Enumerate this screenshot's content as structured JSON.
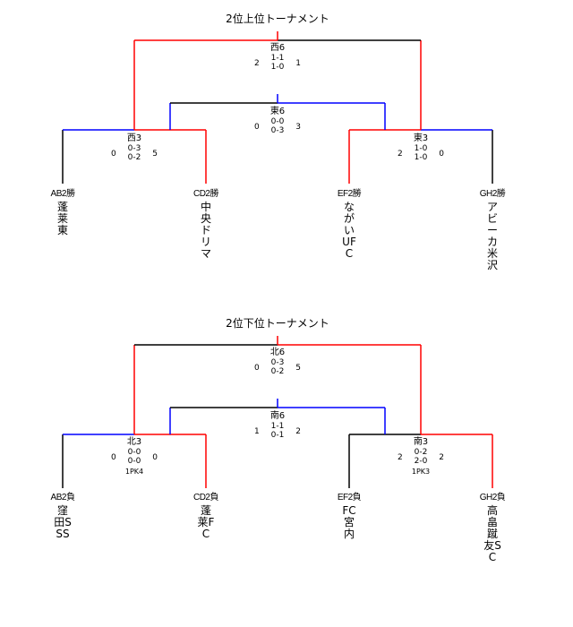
{
  "colors": {
    "red": "#ff0000",
    "blue": "#0000ff",
    "black": "#000000"
  },
  "brackets": [
    {
      "title": "2位上位トーナメント",
      "final": {
        "name": "西6",
        "left_total": "2",
        "right_total": "1",
        "half1": "1-1",
        "half2": "1-0",
        "pk": ""
      },
      "third": {
        "name": "東6",
        "left_total": "0",
        "right_total": "3",
        "half1": "0-0",
        "half2": "0-3",
        "pk": ""
      },
      "semi_left": {
        "name": "西3",
        "left_total": "0",
        "right_total": "5",
        "half1": "0-3",
        "half2": "0-2",
        "pk": ""
      },
      "semi_right": {
        "name": "東3",
        "left_total": "2",
        "right_total": "0",
        "half1": "1-0",
        "half2": "1-0",
        "pk": ""
      },
      "seeds": [
        {
          "label": "AB2勝",
          "team": "蓬莱東"
        },
        {
          "label": "CD2勝",
          "team": "中央ドリマ"
        },
        {
          "label": "EF2勝",
          "team": "ながいUFC"
        },
        {
          "label": "GH2勝",
          "team": "アビーカ米沢"
        }
      ],
      "winners": {
        "semi_left": "right",
        "semi_right": "left",
        "final": "left",
        "third": "right"
      }
    },
    {
      "title": "2位下位トーナメント",
      "final": {
        "name": "北6",
        "left_total": "0",
        "right_total": "5",
        "half1": "0-3",
        "half2": "0-2",
        "pk": ""
      },
      "third": {
        "name": "南6",
        "left_total": "1",
        "right_total": "2",
        "half1": "1-1",
        "half2": "0-1",
        "pk": ""
      },
      "semi_left": {
        "name": "北3",
        "left_total": "0",
        "right_total": "0",
        "half1": "0-0",
        "half2": "0-0",
        "pk": "1PK4"
      },
      "semi_right": {
        "name": "南3",
        "left_total": "2",
        "right_total": "2",
        "half1": "0-2",
        "half2": "2-0",
        "pk": "1PK3"
      },
      "seeds": [
        {
          "label": "AB2負",
          "team": "窪田SSS"
        },
        {
          "label": "CD2負",
          "team": "蓬莱FC"
        },
        {
          "label": "EF2負",
          "team": "FC宮内"
        },
        {
          "label": "GH2負",
          "team": "高畠蹴友SC"
        }
      ],
      "winners": {
        "semi_left": "right",
        "semi_right": "right",
        "final": "right",
        "third": "right"
      }
    }
  ]
}
